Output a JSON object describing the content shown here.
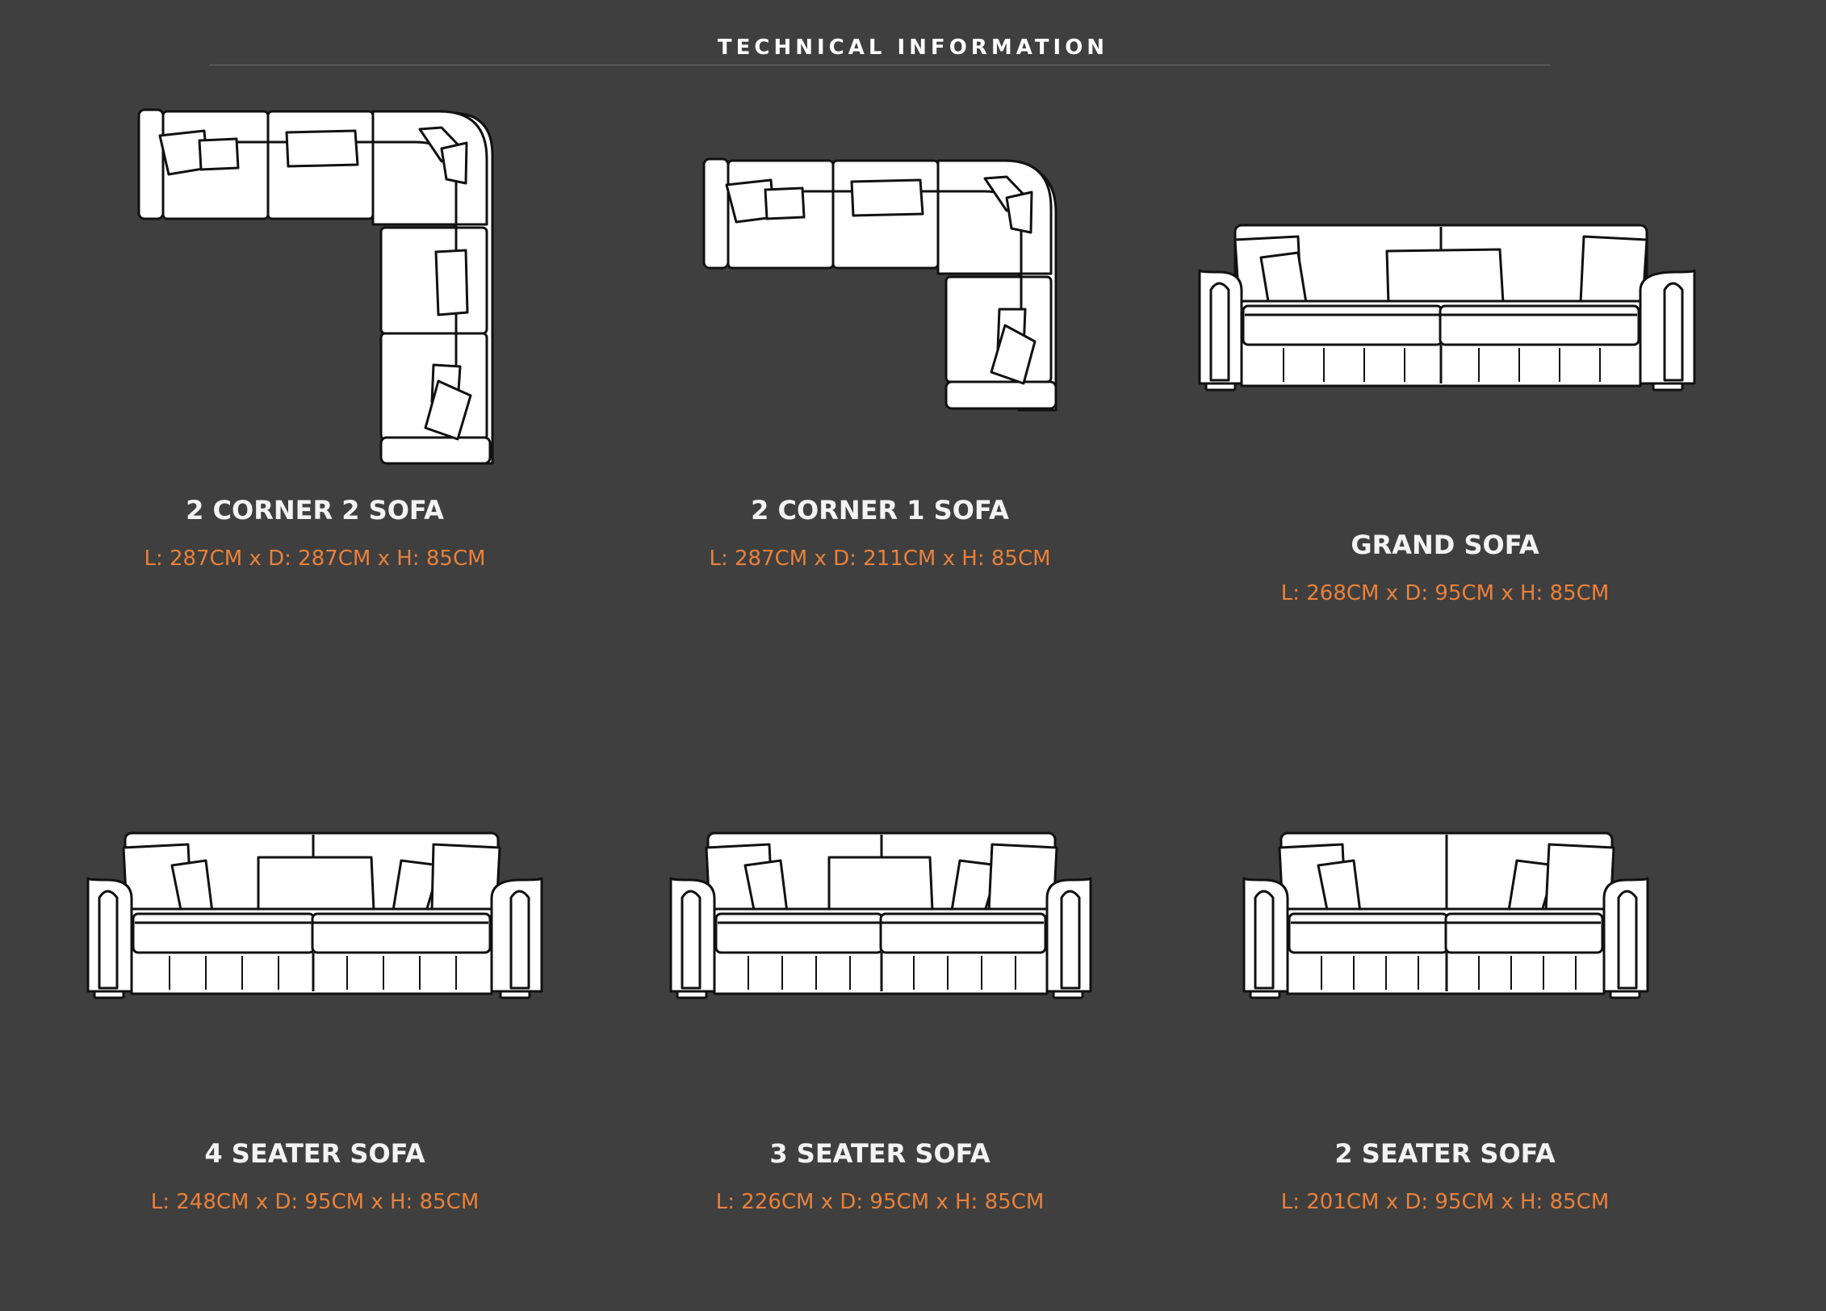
{
  "header": {
    "title": "TECHNICAL INFORMATION"
  },
  "products": [
    {
      "name": "2 CORNER 2 SOFA",
      "dimensions": "L: 287CM x D: 287CM x H: 85CM",
      "drawing": "corner-sofa-top-view"
    },
    {
      "name": "2 CORNER 1 SOFA",
      "dimensions": "L: 287CM x D: 211CM x H: 85CM",
      "drawing": "corner-sofa-top-view"
    },
    {
      "name": "GRAND SOFA",
      "dimensions": "L: 268CM x D: 95CM x H: 85CM",
      "drawing": "sofa-front-view"
    },
    {
      "name": "4 SEATER SOFA",
      "dimensions": "L: 248CM x D: 95CM x H: 85CM",
      "drawing": "sofa-front-view"
    },
    {
      "name": "3 SEATER SOFA",
      "dimensions": "L: 226CM x D: 95CM x H: 85CM",
      "drawing": "sofa-front-view"
    },
    {
      "name": "2 SEATER SOFA",
      "dimensions": "L: 201CM x D: 95CM x H: 85CM",
      "drawing": "sofa-front-view"
    }
  ]
}
